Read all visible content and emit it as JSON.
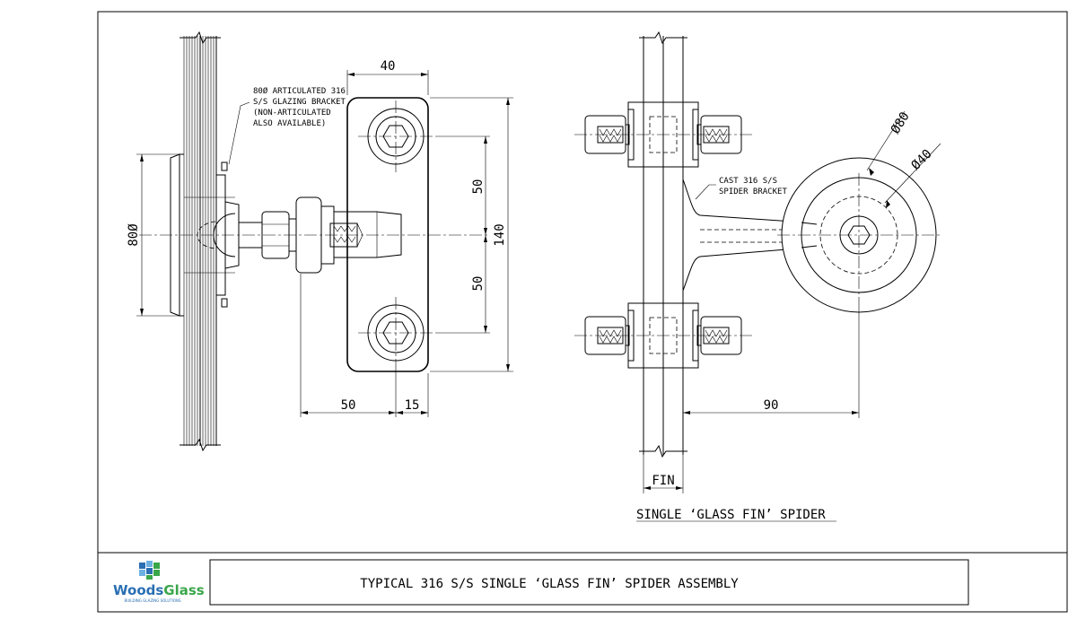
{
  "title_block": {
    "title": "TYPICAL 316 S/S SINGLE ‘GLASS FIN’ SPIDER ASSEMBLY"
  },
  "logo": {
    "word_part1": "Woods",
    "word_part2": "Glass",
    "tagline": "BUILDING GLAZING SOLUTIONS",
    "colors": {
      "word_part1": "#2a6fb3",
      "word_part2": "#3aa64a",
      "tiles": [
        "#2a6fb3",
        "#3aa64a",
        "#6cb0e0"
      ]
    }
  },
  "left_view": {
    "note_lines": [
      "80Ø ARTICULATED 316",
      "S/S GLAZING BRACKET",
      "(NON-ARTICULATED",
      "ALSO AVAILABLE)"
    ],
    "dimensions": {
      "width_top": "40",
      "height_total": "140",
      "upper": "50",
      "lower": "50",
      "bottom_left": "50",
      "bottom_right": "15",
      "disc_dia": "80Ø"
    }
  },
  "right_view": {
    "subtitle": "SINGLE ‘GLASS FIN’ SPIDER",
    "note_lines": [
      "CAST 316 S/S",
      "SPIDER BRACKET"
    ],
    "dimensions": {
      "outer_dia": "Ø80",
      "inner_dia": "Ø40",
      "arm_length": "90",
      "fin": "FIN"
    }
  }
}
